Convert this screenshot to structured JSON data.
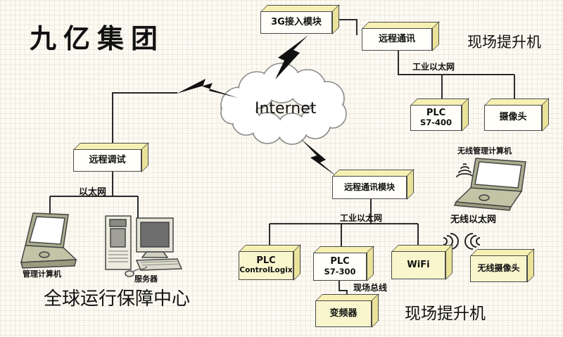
{
  "title": "九亿集团",
  "cloud": {
    "label": "Internet"
  },
  "boxes": {
    "g3_module": "3G接入模块",
    "remote_comm": "远程通讯",
    "remote_debug": "远程调试",
    "plc_s7400": [
      "PLC",
      "S7-400"
    ],
    "camera": "摄像头",
    "remote_comm_module": "远程通讯模块",
    "plc_controllogix": [
      "PLC",
      "ControlLogix"
    ],
    "plc_s7300": [
      "PLC",
      "S7-300"
    ],
    "wifi": "WiFi",
    "wireless_camera": "无线摄像头",
    "inverter": "变频器"
  },
  "network_labels": {
    "industrial_ethernet_top": "工业以太网",
    "ethernet": "以太网",
    "industrial_ethernet_mid": "工业以太网",
    "fieldbus": "现场总线",
    "wireless_ethernet": "无线以太网"
  },
  "device_labels": {
    "management_computer": "管理计算机",
    "server": "服务器",
    "wireless_management_computer": "无线管理计算机"
  },
  "section_titles": {
    "global_center": "全球运行保障中心",
    "site_hoist_top": "现场提升机",
    "site_hoist_bottom": "现场提升机"
  },
  "colors": {
    "box_front": "#fffef8",
    "box_front_yellow": "#f9f5cd",
    "box_top": "#f6f1b3",
    "box_side": "#ebe29a",
    "line": "#2b2b2b",
    "cloud_stroke": "#8a8a8a",
    "laptop_body": "#aaad8e",
    "screen_dark": "#6e6e6e"
  }
}
